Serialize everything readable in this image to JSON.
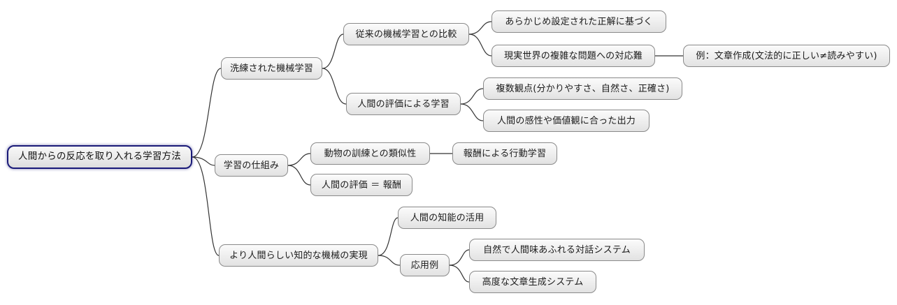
{
  "diagram": {
    "type": "mindmap",
    "title_node": "人間からの反応を取り入れる学習方法",
    "background_color": "#ffffff",
    "node_fill": "#eeeeee",
    "node_border_color": "#8a8a8a",
    "root_border_color": "#1a1a78",
    "edge_color": "#333333"
  },
  "nodes": {
    "root": "人間からの反応を取り入れる学習方法",
    "b1": "洗練された機械学習",
    "b1c1": "従来の機械学習との比較",
    "b1c1g1": "あらかじめ設定された正解に基づく",
    "b1c1g2": "現実世界の複雑な問題への対応難",
    "b1c1g2e1": "例：文章作成(文法的に正しい≠読みやすい)",
    "b1c2": "人間の評価による学習",
    "b1c2g1": "複数観点(分かりやすさ、自然さ、正確さ)",
    "b1c2g2": "人間の感性や価値観に合った出力",
    "b2": "学習の仕組み",
    "b2c1": "動物の訓練との類似性",
    "b2c1g1": "報酬による行動学習",
    "b2c2": "人間の評価 ＝ 報酬",
    "b3": "より人間らしい知的な機械の実現",
    "b3c1": "人間の知能の活用",
    "b3c2": "応用例",
    "b3c2g1": "自然で人間味あふれる対話システム",
    "b3c2g2": "高度な文章生成システム"
  }
}
